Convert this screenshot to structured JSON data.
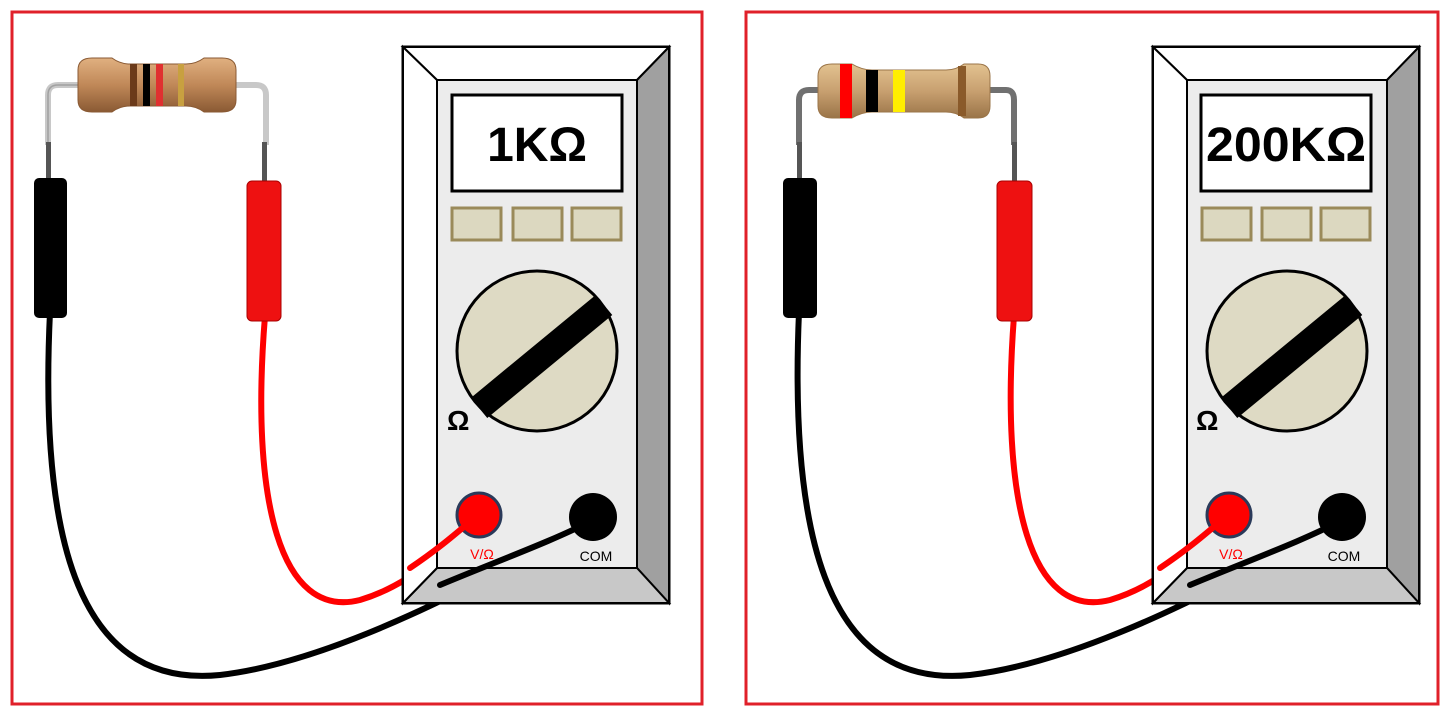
{
  "colors": {
    "panel_border": "#e0202a",
    "meter_face": "#ececec",
    "meter_side": "#a0a0a0",
    "meter_bottom": "#c8c8c8",
    "button_fill": "#dcd8c0",
    "button_border": "#9a8a5a",
    "dial_fill": "#dedac4",
    "probe_red": "#ff0000",
    "probe_black": "#000000",
    "lead_wire": "#bfbfbf"
  },
  "panels": [
    {
      "readout": "1KΩ",
      "dial_symbol": "Ω",
      "jack_vohm_label": "V/Ω",
      "jack_com_label": "COM",
      "resistor_bands": [
        "#6b3a1a",
        "#000000",
        "#e03030",
        "#c8a040"
      ],
      "resistor_body": "#c89060",
      "lead_color": "#c8c8c8"
    },
    {
      "readout": "200KΩ",
      "dial_symbol": "Ω",
      "jack_vohm_label": "V/Ω",
      "jack_com_label": "COM",
      "resistor_bands": [
        "#ff0000",
        "#000000",
        "#ffee00",
        "#8a5a2a"
      ],
      "resistor_body": "#c8a070",
      "lead_color": "#707070"
    }
  ]
}
